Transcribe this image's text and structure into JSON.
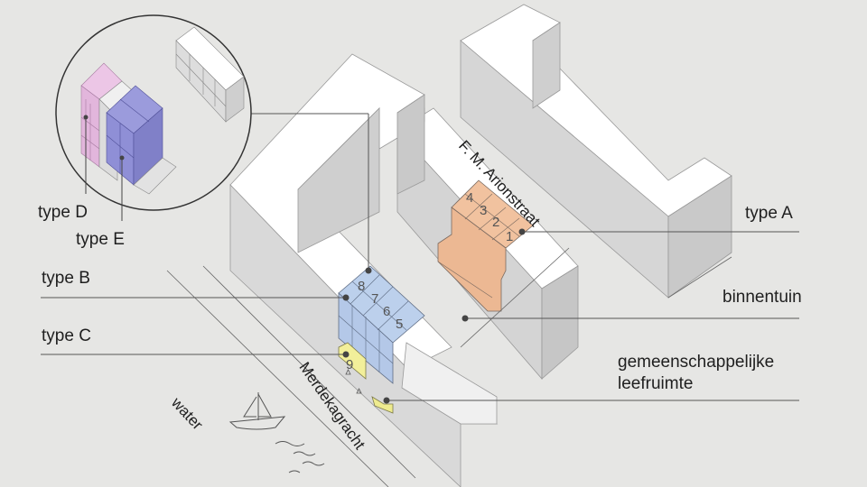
{
  "labels": {
    "type_a": "type A",
    "type_b": "type B",
    "type_c": "type C",
    "type_d": "type D",
    "type_e": "type E",
    "binnentuin": "binnentuin",
    "gemeenschappelijke_1": "gemeenschappelijke",
    "gemeenschappelijke_2": "leefruimte",
    "water": "water"
  },
  "streets": {
    "arionstraat": "F. M. Arionstraat",
    "merdekagracht": "Merdekagracht"
  },
  "units": {
    "orange": [
      "4",
      "3",
      "2",
      "1"
    ],
    "blue": [
      "8",
      "7",
      "6",
      "5"
    ],
    "yellow": "9"
  },
  "colors": {
    "type_a": "#f1c29f",
    "type_b": "#bcd0ec",
    "type_c": "#f2ef9a",
    "type_d": "#e2b6dc",
    "type_e": "#8f8fd6",
    "building_top": "#ffffff",
    "building_side": "#d6d6d6",
    "background": "#e6e6e4"
  }
}
